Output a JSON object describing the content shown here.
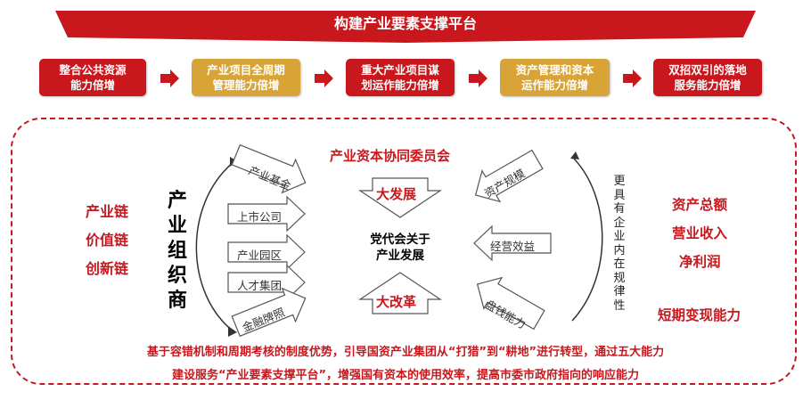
{
  "banner": {
    "title": "构建产业要素支撑平台"
  },
  "capabilities": [
    {
      "line1": "整合公共资源",
      "line2": "能力倍增",
      "color": "#c8181e"
    },
    {
      "line1": "产业项目全周期",
      "line2": "管理能力倍增",
      "color": "#d8a437"
    },
    {
      "line1": "重大产业项目谋",
      "line2": "划运作能力倍增",
      "color": "#c8181e"
    },
    {
      "line1": "资产管理和资本",
      "line2": "运作能力倍增",
      "color": "#d8a437"
    },
    {
      "line1": "双招双引的落地",
      "line2": "服务能力倍增",
      "color": "#c8181e"
    }
  ],
  "left_chains": [
    "产业链",
    "价值链",
    "创新链"
  ],
  "org_vertical": "产业组织商",
  "left_items": [
    "产业基金",
    "上市公司",
    "产业园区",
    "人才集团",
    "金融牌照"
  ],
  "center": {
    "committee": "产业资本协同委员会",
    "top_label": "大发展",
    "core_line1": "党代会关于",
    "core_line2": "产业发展",
    "bottom_label": "大改革"
  },
  "right_items": [
    "资产规模",
    "经营效益",
    "盘钱能力"
  ],
  "right_vertical": "更具有企业内在规律性",
  "right_metrics": [
    "资产总额",
    "营业收入",
    "净利润"
  ],
  "right_short": "短期变现能力",
  "bottom": {
    "line1": "基于容错机制和周期考核的制度优势，引导国资产业集团从“打猎”到“耕地”进行转型，通过五大能力",
    "line2": "建设服务“产业要素支撑平台”，增强国有资本的使用效率，提高市委市政府指向的响应能力"
  },
  "colors": {
    "red": "#c8181e",
    "gold": "#d8a437"
  }
}
